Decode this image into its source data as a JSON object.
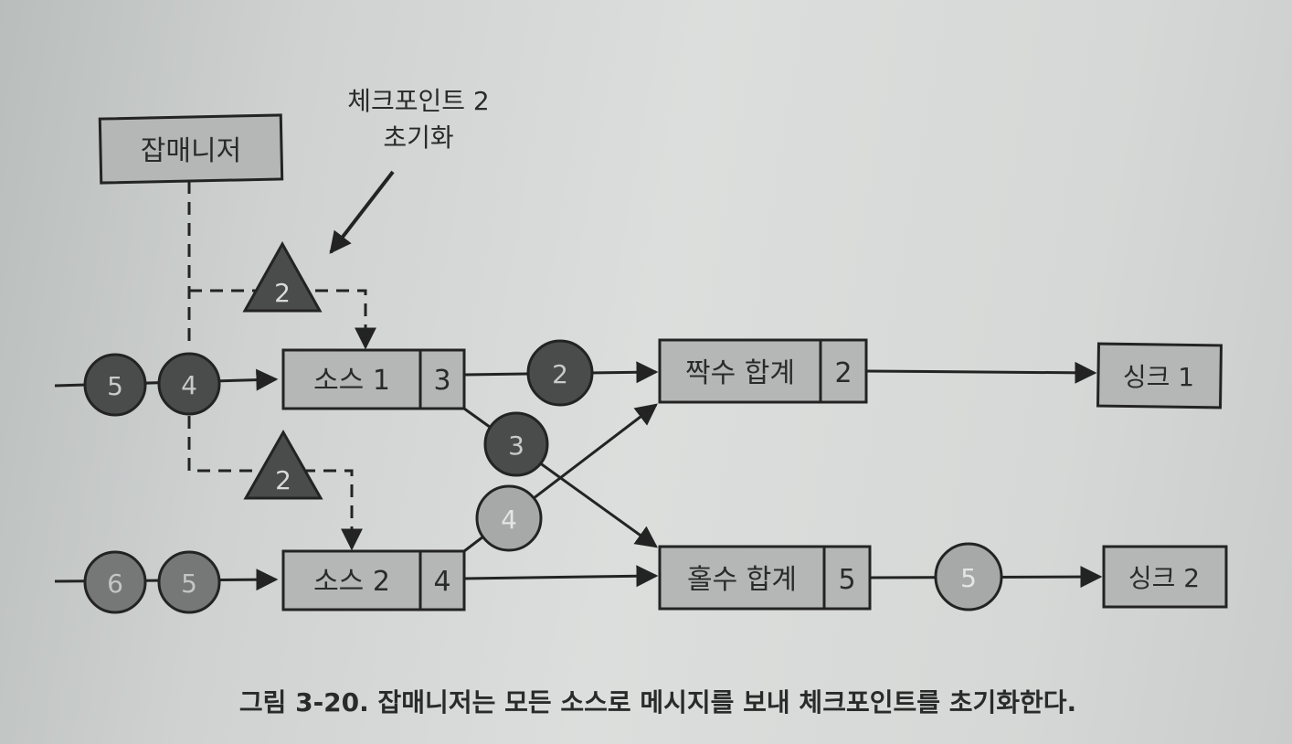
{
  "annotation": {
    "line1": "체크포인트 2",
    "line2": "초기화"
  },
  "job_manager": {
    "label": "잡매니저"
  },
  "barriers": {
    "to_source1": "2",
    "to_source2": "2"
  },
  "source1": {
    "label": "소스 1",
    "value": "3"
  },
  "source2": {
    "label": "소스 2",
    "value": "4"
  },
  "even_sum": {
    "label": "짝수 합계",
    "value": "2"
  },
  "odd_sum": {
    "label": "홀수 합계",
    "value": "5"
  },
  "sink1": {
    "label": "싱크 1"
  },
  "sink2": {
    "label": "싱크 2"
  },
  "records": {
    "in1_a": "5",
    "in1_b": "4",
    "in2_a": "6",
    "in2_b": "5",
    "s1_to_even": "2",
    "s1_to_odd": "3",
    "s2_to_even": "4",
    "odd_to_sink": "5"
  },
  "caption": "그림 3-20. 잡매니저는 모든 소스로 메시지를 보내 체크포인트를 초기화한다.",
  "colors": {
    "dark_record": "#4a4b4b",
    "light_record": "#a7a9a8",
    "box_fill": "#b4b7b6",
    "line": "#232323"
  }
}
